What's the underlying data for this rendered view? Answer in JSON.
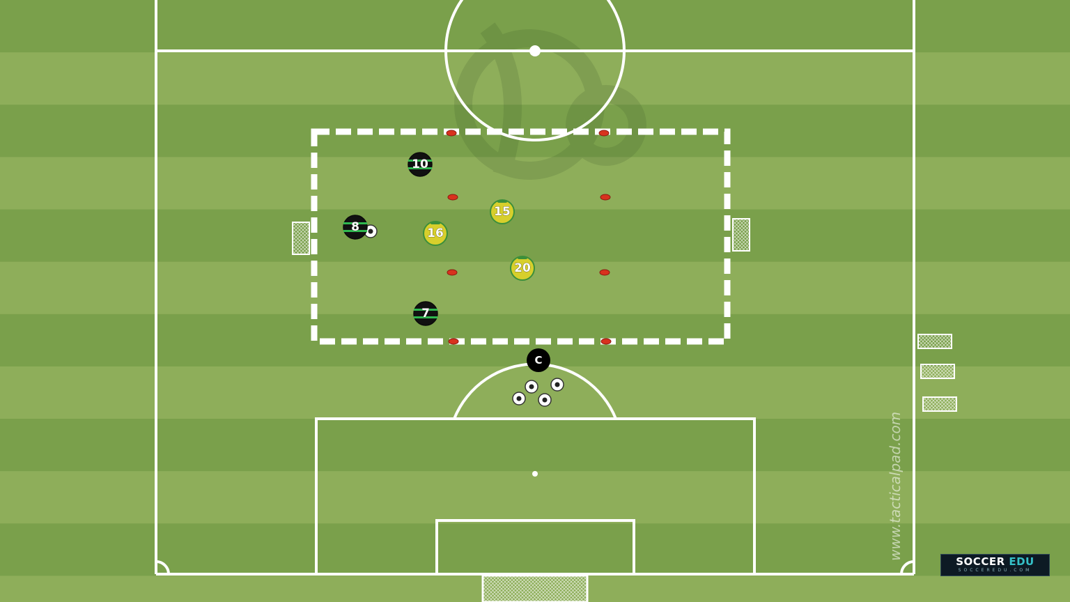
{
  "watermark": "www.tacticalpad.com",
  "logo": {
    "brand_main": "SOCCER",
    "brand_accent": "EDU",
    "sub": "SOCCEREDU.COM"
  },
  "colors": {
    "grass_light": "#8eae5a",
    "grass_dark": "#7aa04b",
    "lines": "#ffffff",
    "team_black_shirt": "#111111",
    "team_black_stripe": "#2fb84f",
    "team_yellow_shirt": "#d7cf2c",
    "team_yellow_trim": "#3c8f3a",
    "cone": "#d8321e",
    "coach": "#000000",
    "logo_bg": "#0d1a24",
    "logo_accent": "#35c0c8"
  },
  "team_black": [
    {
      "number": "10"
    },
    {
      "number": "8",
      "has_ball": true
    },
    {
      "number": "7"
    }
  ],
  "team_yellow": [
    {
      "number": "15"
    },
    {
      "number": "16"
    },
    {
      "number": "20"
    }
  ],
  "coach": {
    "label": "C"
  },
  "equipment": {
    "cones": 8,
    "mini_goals_in_grid": 2,
    "spare_mini_goals": 3,
    "balls_in_pile": 4,
    "full_size_goal": 1
  }
}
